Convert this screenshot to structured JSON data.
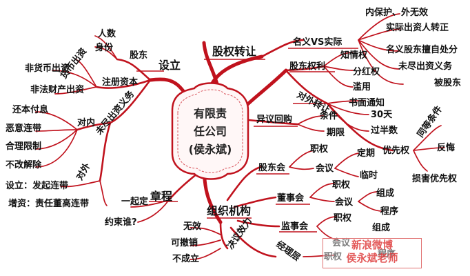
{
  "center": {
    "line1": "有限责",
    "line2": "任公司",
    "line3": "(侯永斌)"
  },
  "setup": {
    "title": "设立",
    "shareholder": {
      "label": "股东",
      "count": "人数",
      "identity": "身份"
    },
    "capital": {
      "label": "注册资本",
      "contribution": "货币出资",
      "non_monetary": "非货币出资",
      "illegal": "非法财产出资"
    },
    "unfulfilled": {
      "label": "未尽出资义务",
      "internal": "对内",
      "internal_items": [
        "还本付息",
        "恶意连带",
        "合理限制",
        "不改解除"
      ],
      "external": "对外",
      "establish": "设立：发起连带",
      "increase": "增资：责任董高连带"
    },
    "charter": {
      "label": "章程",
      "together": "一起定",
      "binding": "约束谁?"
    }
  },
  "equity": {
    "title": "股权转让",
    "nominal": {
      "label": "名义VS实际",
      "items": [
        "内保护、外无效",
        "实际出资人转正",
        "名义股东擅自处分",
        "未尽出资义务",
        "被股东"
      ]
    },
    "rights": {
      "label": "股东权利",
      "items": [
        "知情权",
        "分红权",
        "滥用"
      ]
    },
    "external": {
      "label": "对外转让",
      "notice": "书面通知",
      "days": "30天",
      "majority": "过半数"
    },
    "dissent": {
      "label": "异议回购",
      "conditions": "条件",
      "period": "期限"
    },
    "priority": {
      "label": "优先权",
      "same": "同等条件",
      "repent": "反悔",
      "harm": "损害优先权"
    }
  },
  "organization": {
    "title": "组织机构",
    "meeting": {
      "label": "股东会",
      "power": "职权",
      "session": "会议",
      "regular": "定期",
      "temporary": "临时"
    },
    "board": {
      "label": "董事会",
      "power": "职权",
      "session": "会议",
      "composition": "组成",
      "procedure": "程序"
    },
    "supervisors": {
      "label": "监事会",
      "power": "职权",
      "session": "会议",
      "composition": "组成",
      "procedure": "程序"
    },
    "manager": {
      "label": "经理层",
      "power": "职权"
    },
    "resolution": {
      "label": "决议效力",
      "items": [
        "无效",
        "可撤销",
        "不成立"
      ]
    }
  },
  "watermark": {
    "line1": "新浪微博",
    "line2": "侯永斌老师"
  },
  "colors": {
    "branch": "#c0121d",
    "text": "#111111"
  }
}
